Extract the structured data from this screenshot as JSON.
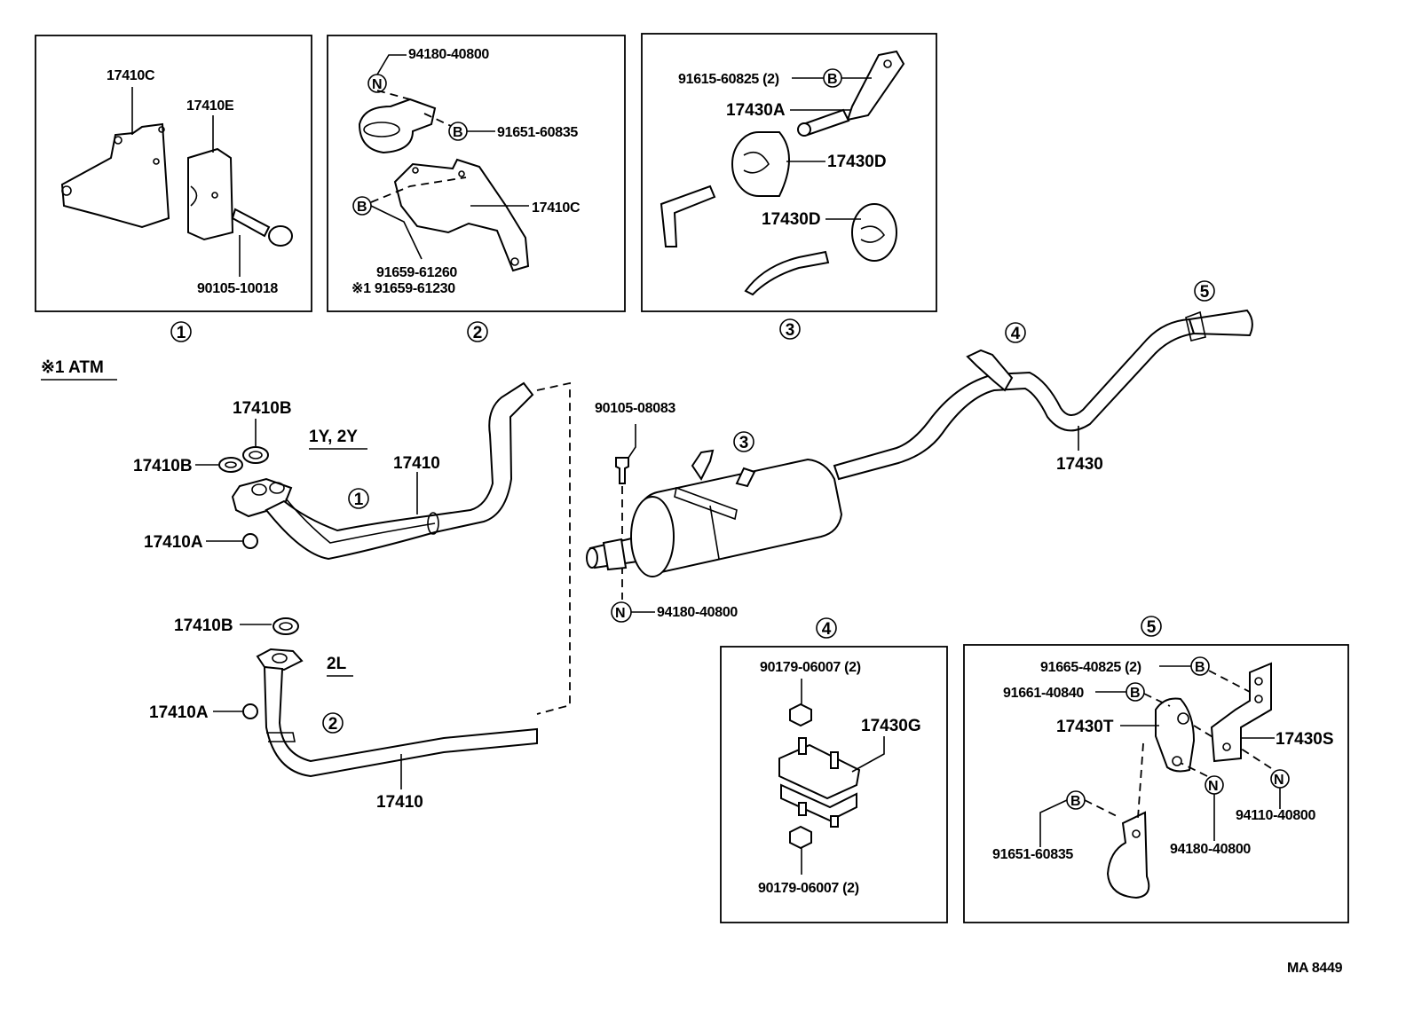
{
  "panels": [
    {
      "num": "1",
      "parts": [
        "17410C",
        "17410E",
        "90105-10018"
      ]
    },
    {
      "num": "2",
      "parts": [
        "94180-40800",
        "91651-60835",
        "17410C",
        "91659-61260",
        "※1 91659-61230"
      ]
    },
    {
      "num": "3",
      "parts": [
        "91615-60825 (2)",
        "17430A",
        "17430D",
        "17430D"
      ]
    },
    {
      "num": "4",
      "parts": [
        "90179-06007 (2)",
        "17430G",
        "90179-06007 (2)"
      ]
    },
    {
      "num": "5",
      "parts": [
        "91665-40825 (2)",
        "91661-40840",
        "17430T",
        "17430S",
        "94110-40800",
        "91651-60835",
        "94180-40800"
      ]
    }
  ],
  "fastener_marks": {
    "bolt": "B",
    "nut": "N"
  },
  "note": "※1 ATM",
  "main": {
    "variant_1y2y": "1Y, 2Y",
    "variant_2l": "2L",
    "front_pipe_upper": [
      "17410B",
      "17410B",
      "17410",
      "17410A"
    ],
    "front_pipe_lower": [
      "17410B",
      "17410A",
      "17410"
    ],
    "center_bolt": "90105-08083",
    "center_nut": "94180-40800",
    "tail_pipe": "17430"
  },
  "drawing_code": "MA 8449"
}
